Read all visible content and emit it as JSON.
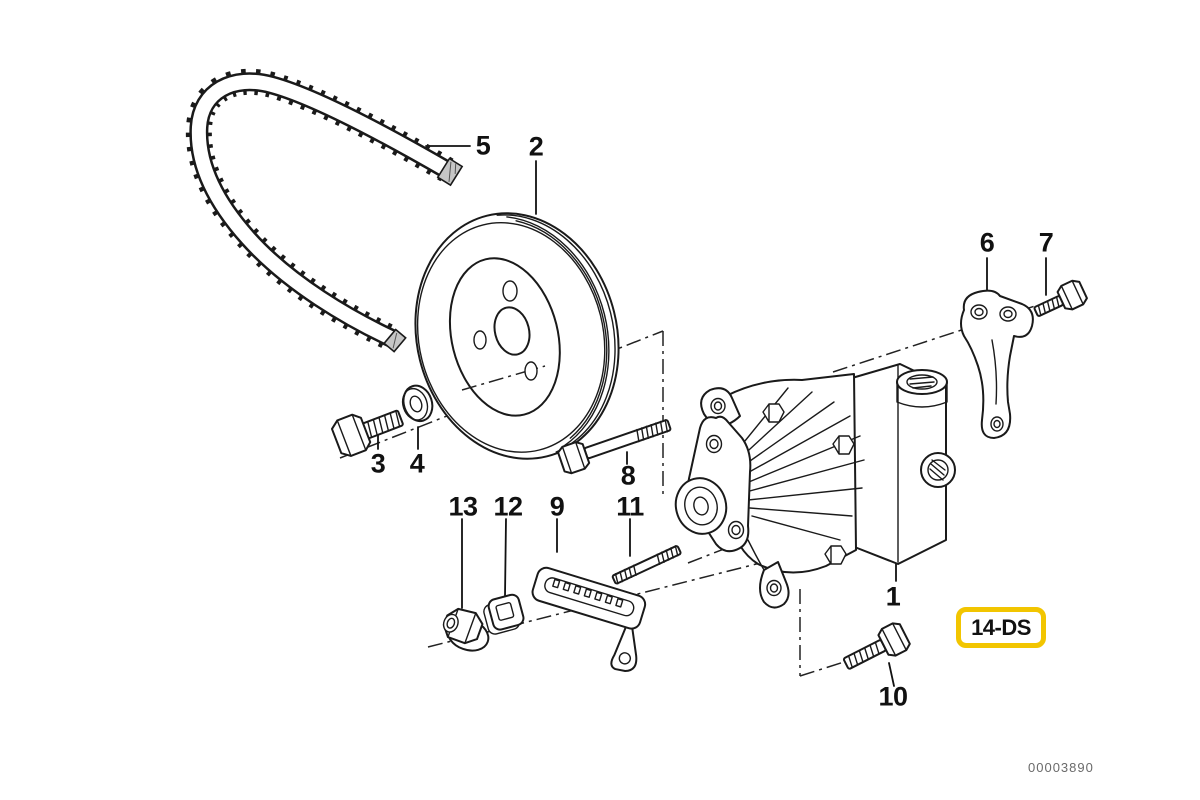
{
  "diagram": {
    "code_badge": "14-DS",
    "document_number": "00003890",
    "accent_yellow": "#F2C500",
    "line_color": "#1A1A1A",
    "background": "#FFFFFF"
  },
  "part_labels": [
    "1",
    "2",
    "3",
    "4",
    "5",
    "6",
    "7",
    "8",
    "9",
    "10",
    "11",
    "12",
    "13"
  ]
}
